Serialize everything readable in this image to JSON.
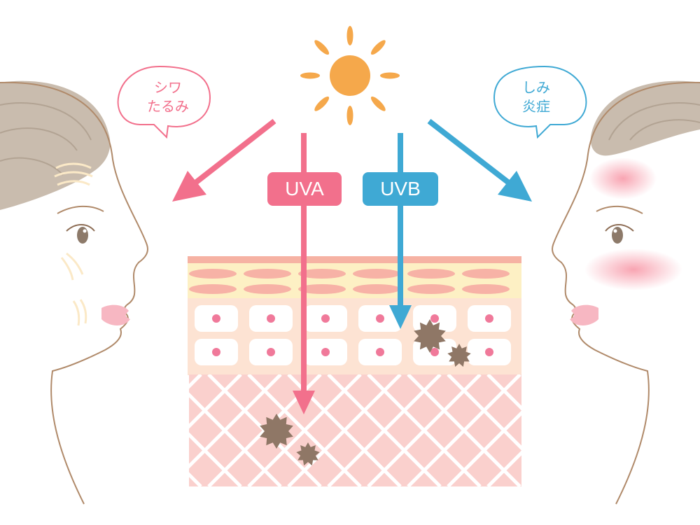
{
  "left_bubble": {
    "line1": "シワ",
    "line2": "たるみ"
  },
  "right_bubble": {
    "line1": "しみ",
    "line2": "炎症"
  },
  "badges": {
    "uva": "UVA",
    "uvb": "UVB"
  },
  "colors": {
    "uva": "#f2708c",
    "uvb": "#3fa9d4",
    "sun": "#f5a84b",
    "hair": "#c9bcae",
    "skin_outline": "#b08a6a",
    "epidermis_top": "#f6b9a9",
    "dermis": "#fad0cd",
    "spot": "#8f7766",
    "blush": "#f8a9b3"
  },
  "icons": {
    "sun": "sun-icon",
    "left_face": "aging-face-illustration",
    "right_face": "sunburn-face-illustration",
    "skin": "skin-cross-section-illustration"
  }
}
